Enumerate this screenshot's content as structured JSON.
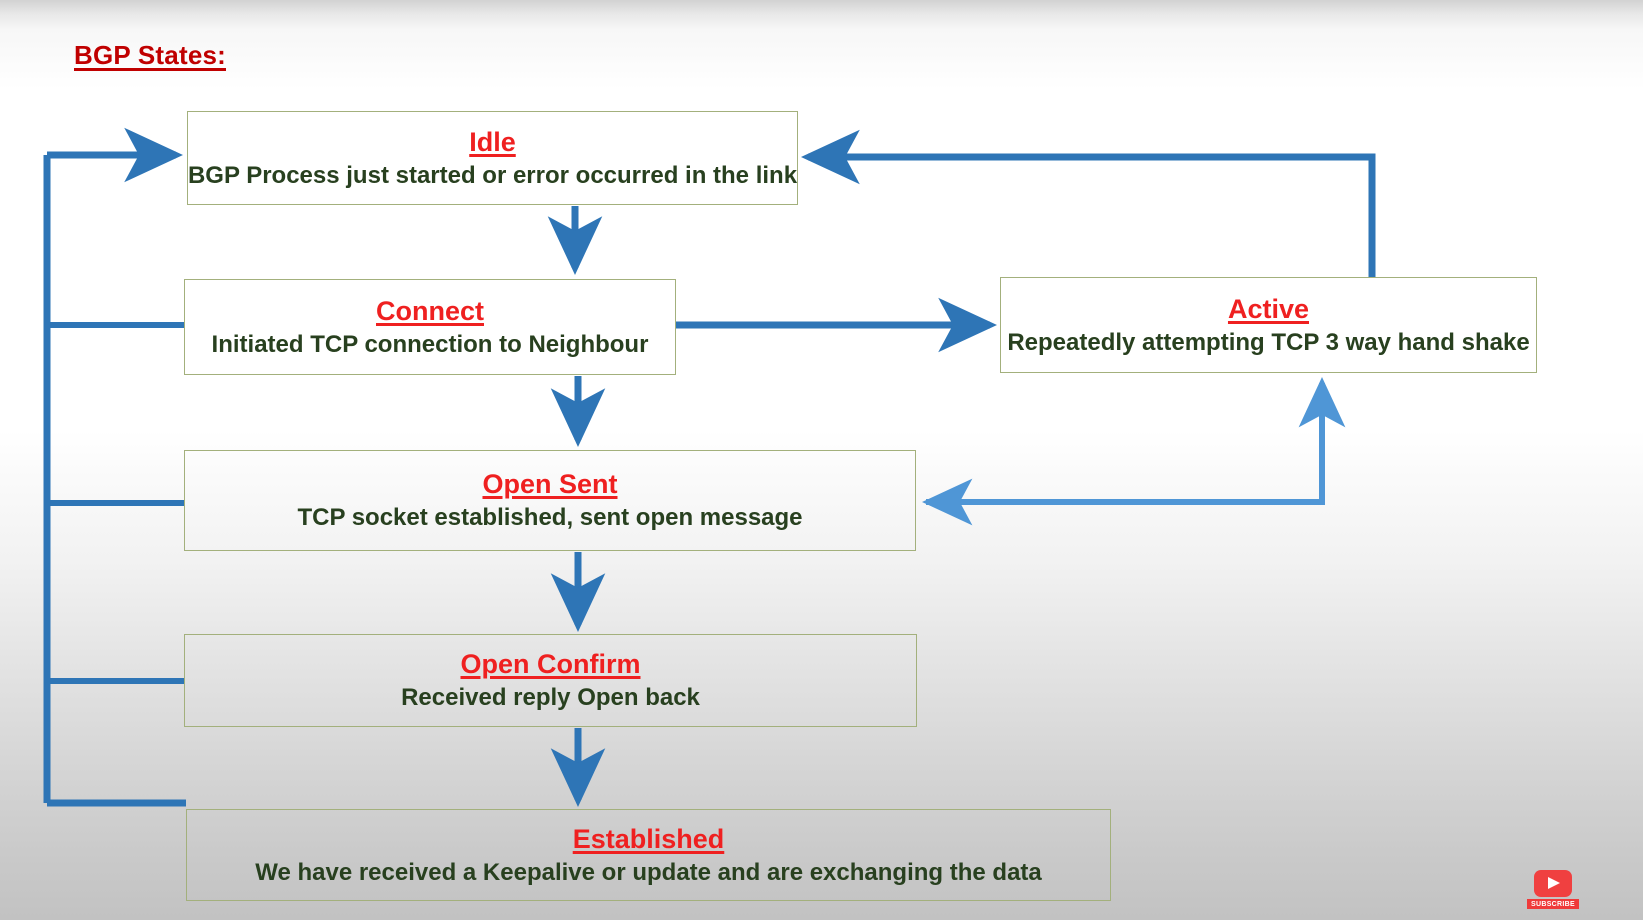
{
  "slide": {
    "title": "BGP States:",
    "title_color": "#c00000",
    "background": "white-to-gray vertical gradient"
  },
  "colors": {
    "state_name": "#ef2020",
    "state_desc": "#28401f",
    "box_border": "#a3b07c",
    "arrow_dark_blue": "#2e75b6",
    "arrow_light_blue": "#4f96d6"
  },
  "states": [
    {
      "id": "idle",
      "name": "Idle",
      "description": "BGP Process just started or error occurred in the link"
    },
    {
      "id": "connect",
      "name": "Connect",
      "description": "Initiated TCP connection to Neighbour"
    },
    {
      "id": "active",
      "name": "Active",
      "description": "Repeatedly attempting TCP 3 way hand shake"
    },
    {
      "id": "opensent",
      "name": "Open Sent",
      "description": "TCP socket established, sent open message"
    },
    {
      "id": "openconfirm",
      "name": "Open Confirm",
      "description": "Received reply Open back"
    },
    {
      "id": "established",
      "name": "Established",
      "description": "We have received a Keepalive or update and are exchanging the data"
    }
  ],
  "transitions": [
    {
      "from": "idle",
      "to": "connect",
      "style": "dark-blue-down-arrow"
    },
    {
      "from": "connect",
      "to": "opensent",
      "style": "dark-blue-down-arrow"
    },
    {
      "from": "opensent",
      "to": "openconfirm",
      "style": "dark-blue-down-arrow"
    },
    {
      "from": "openconfirm",
      "to": "established",
      "style": "dark-blue-down-arrow"
    },
    {
      "from": "connect",
      "to": "active",
      "style": "dark-blue-right-arrow"
    },
    {
      "from": "active",
      "to": "idle",
      "style": "dark-blue-up-left-arrow"
    },
    {
      "from": "opensent",
      "to": "active",
      "style": "light-blue-double-arrow"
    },
    {
      "from": "connect",
      "to": "idle",
      "style": "left-bus-return-arrow"
    },
    {
      "from": "opensent",
      "to": "idle",
      "style": "left-bus-return-arrow"
    },
    {
      "from": "openconfirm",
      "to": "idle",
      "style": "left-bus-return-arrow"
    },
    {
      "from": "established",
      "to": "idle",
      "style": "left-bus-return-arrow"
    }
  ],
  "watermark": {
    "icon": "youtube-play-icon",
    "label": "SUBSCRIBE"
  }
}
